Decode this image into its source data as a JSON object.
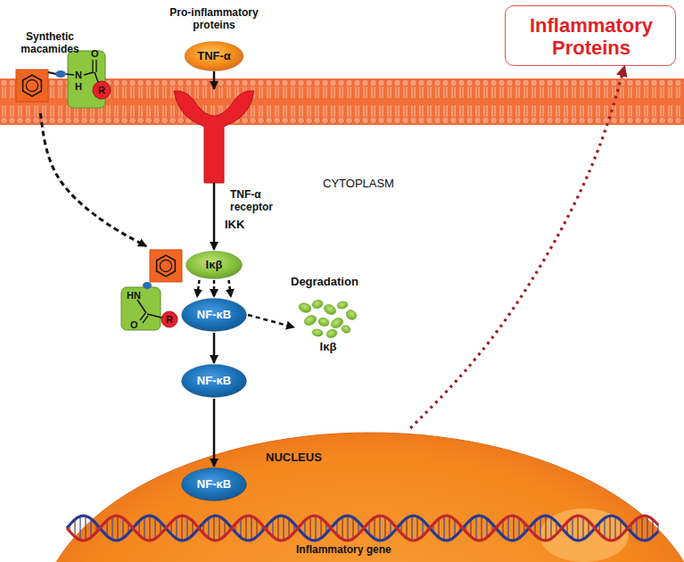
{
  "diagram": {
    "nodes": [
      {
        "text": [
          "Synthetic macamides",
          "N",
          "H",
          "O",
          "R"
        ]
      },
      {
        "text": [
          "Pro-inflammatory proteins",
          "TNF-α"
        ]
      },
      {
        "text": [
          "Inflammatory Proteins"
        ]
      },
      {
        "text": [
          "TNF-α receptor"
        ]
      },
      {
        "text": [
          "HN",
          "O",
          "R"
        ]
      },
      {
        "text": [
          "Iκβ"
        ]
      },
      {
        "text": [
          "NF-κB"
        ]
      },
      {
        "text": [
          "Iκβ"
        ]
      },
      {
        "text": [
          "NF-κB"
        ]
      },
      {
        "text": [
          "NUCLEUS",
          "Inflammatory gene"
        ]
      },
      {
        "text": [
          "NF-κB"
        ],
        "in": 9
      }
    ],
    "edges": [
      {
        "from": 1,
        "to": 3,
        "arrow": "to"
      },
      {
        "from": 3,
        "to": 5,
        "label": "IKK",
        "arrow": "to"
      },
      {
        "from": 0,
        "to": 4,
        "arrow": "to"
      },
      {
        "from": 5,
        "to": 6,
        "arrow": "to"
      },
      {
        "from": 6,
        "to": 7,
        "label": "Degradation",
        "arrow": "to"
      },
      {
        "from": 6,
        "to": 8,
        "arrow": "to"
      },
      {
        "from": 8,
        "to": 10,
        "arrow": "to"
      },
      {
        "from": 9,
        "to": 2,
        "arrow": "to"
      }
    ],
    "labels": [
      "CYTOPLASM"
    ]
  }
}
